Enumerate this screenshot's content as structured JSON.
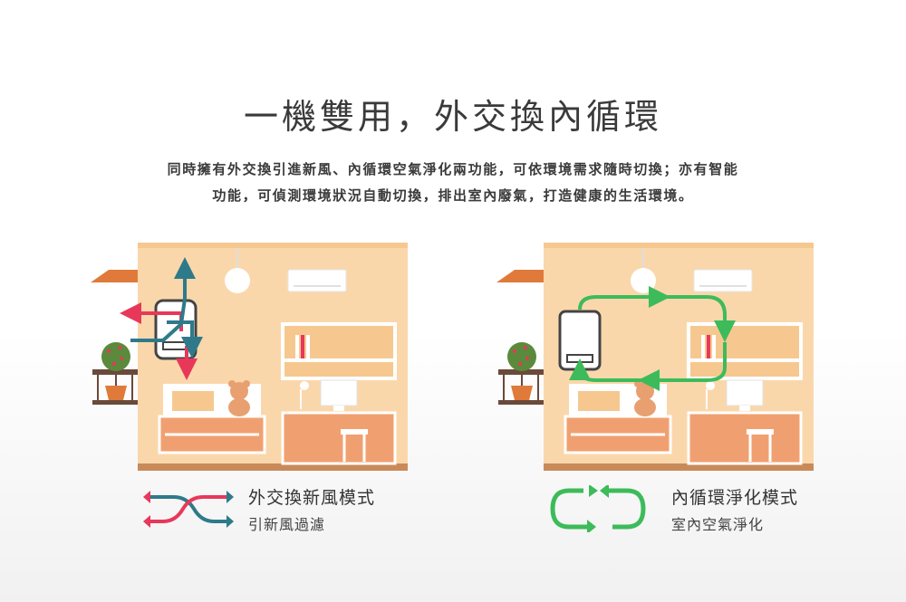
{
  "title": "一機雙用，外交換內循環",
  "description": {
    "line1": "同時擁有外交換引進新風、內循環空氣淨化兩功能，可依環境需求隨時切換；亦有智能",
    "line2": "功能，可偵測環境狀況自動切換，排出室內廢氣，打造健康的生活環境。"
  },
  "modes": [
    {
      "title": "外交換新風模式",
      "subtitle": "引新風過濾",
      "icon": "cross-exchange-arrows-icon"
    },
    {
      "title": "內循環淨化模式",
      "subtitle": "室內空氣淨化",
      "icon": "circulation-arrows-icon"
    }
  ],
  "colors": {
    "wall": "#fad7ab",
    "wall_dark": "#f6c890",
    "roof": "#e07a3a",
    "inflow_red": "#e8385a",
    "outflow_teal": "#2e7a8a",
    "circulation_green": "#3dbb5a",
    "plant_green": "#5b8a3c",
    "furniture": "#f0a070"
  }
}
